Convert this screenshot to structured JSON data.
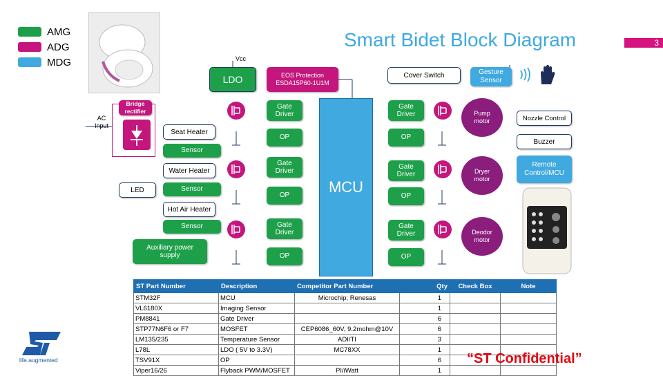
{
  "legend": [
    {
      "label": "AMG",
      "color": "#1EA04A"
    },
    {
      "label": "ADG",
      "color": "#C4167C"
    },
    {
      "label": "MDG",
      "color": "#3FA9E0"
    }
  ],
  "title": "Smart Bidet Block Diagram",
  "page_number": "3",
  "colors": {
    "amg": "#1EA04A",
    "adg": "#C4167C",
    "mdg": "#3FA9E0",
    "mosfet": "#C4167C",
    "motor": "#8B1E7D",
    "confidential": "#E30613"
  },
  "blocks": {
    "vcc": "Vcc",
    "ldo": "LDO",
    "eos_line1": "EOS Protection",
    "eos_line2": "ESDA15P60-1U1M",
    "cover_switch": "Cover Switch",
    "gesture_sensor": "Gesture Sensor",
    "bridge_rectifier": "Bridge rectifier",
    "ac_input": "AC Input",
    "seat_heater": "Seat Heater",
    "water_heater": "Water Heater",
    "hot_air_heater": "Hot Air Heater",
    "sensor": "Sensor",
    "led": "LED",
    "aux_power": "Auxiliary power supply",
    "gate_driver": "Gate Driver",
    "op": "OP",
    "mcu": "MCU",
    "pump_motor": "Pump motor",
    "dryer_motor": "Dryer motor",
    "deodor_motor": "Deodor motor",
    "nozzle_control": "Nozzle Control",
    "buzzer": "Buzzer",
    "remote": "Remote Control/MCU"
  },
  "table": {
    "headers": [
      "ST Part Number",
      "Description",
      "Competitor Part Number",
      "Qty",
      "Check Box",
      "Note"
    ],
    "rows": [
      [
        "STM32F",
        "MCU",
        "Microchip; Renesas",
        "1",
        "",
        ""
      ],
      [
        "VL6180X",
        "Imaging Sensor",
        "",
        "1",
        "",
        ""
      ],
      [
        "PM8841",
        "Gate Driver",
        "",
        "6",
        "",
        ""
      ],
      [
        "STP77N6F6 or F7",
        "MOSFET",
        "CEP6086_60V, 9.2mohm@10V",
        "6",
        "",
        ""
      ],
      [
        "LM135/235",
        "Temperature Sensor",
        "ADI/TI",
        "3",
        "",
        ""
      ],
      [
        "L78L",
        "LDO ( 5V to 3.3V)",
        "MC78XX",
        "1",
        "",
        ""
      ],
      [
        "TSV91X",
        "OP",
        "",
        "6",
        "",
        ""
      ],
      [
        "Viper16/26",
        "Flyback PWM/MOSFET",
        "PI/iWatt",
        "1",
        "",
        ""
      ]
    ]
  },
  "footer": {
    "confidential": "“ST Confidential”",
    "tagline": "life.augmented"
  }
}
